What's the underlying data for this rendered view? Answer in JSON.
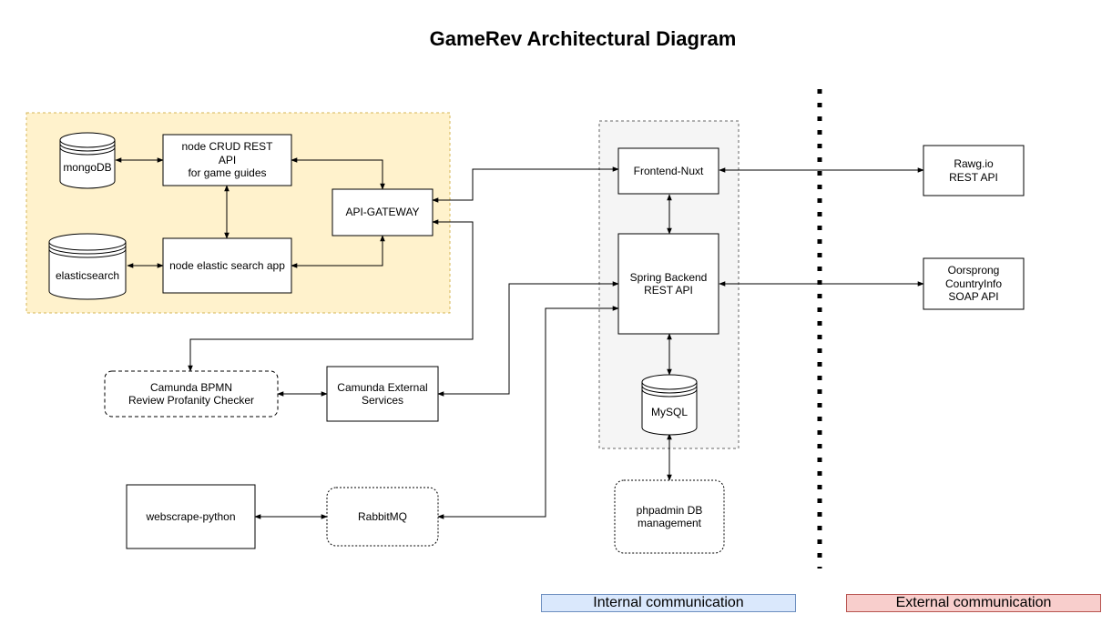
{
  "title": "GameRev Architectural Diagram",
  "nodes": {
    "mongodb": "mongoDB",
    "node_crud": "node CRUD REST\nAPI\nfor game guides",
    "api_gateway": "API-GATEWAY",
    "elasticsearch": "elasticsearch",
    "node_elastic": "node elastic search app",
    "camunda_bpmn": "Camunda BPMN\nReview Profanity Checker",
    "camunda_external": "Camunda External\nServices",
    "webscrape": "webscrape-python",
    "rabbitmq": "RabbitMQ",
    "frontend": "Frontend-Nuxt",
    "spring_backend": "Spring Backend\nREST API",
    "mysql": "MySQL",
    "phpadmin": "phpadmin DB\nmanagement",
    "rawg": "Rawg.io\nREST API",
    "oorsprong": "Oorsprong\nCountryInfo\nSOAP API"
  },
  "legend": {
    "internal": "Internal communication",
    "external": "External communication"
  },
  "colors": {
    "group_fill": "#fff2cc",
    "group_border": "#d6b656",
    "internal_fill": "#dae8fc",
    "internal_border": "#6c8ebf",
    "external_fill": "#f8cecc",
    "external_border": "#b85450",
    "backend_group_fill": "#f5f5f5",
    "backend_group_border": "#666666"
  }
}
